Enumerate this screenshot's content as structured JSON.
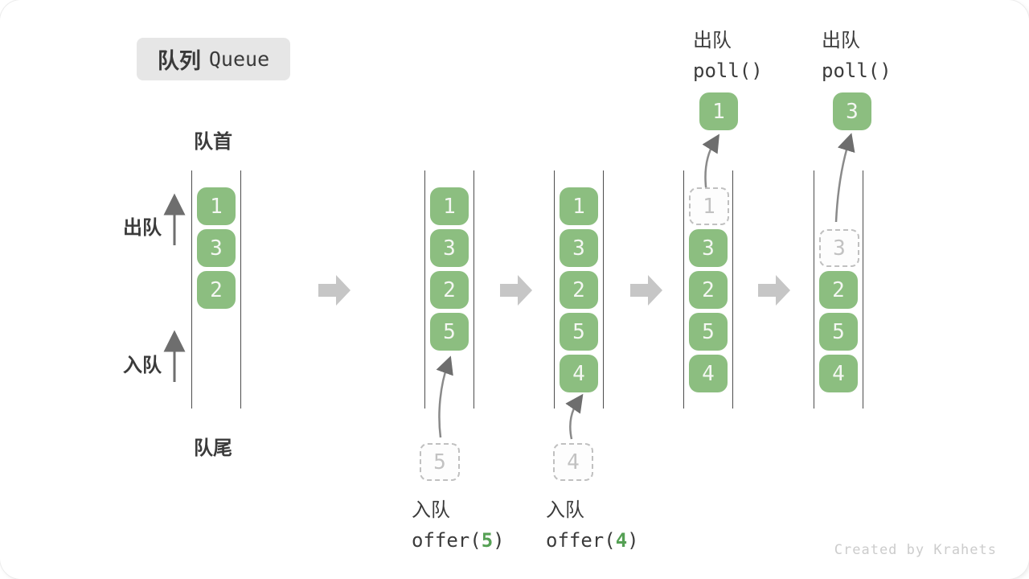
{
  "title": {
    "zh": "队列",
    "en": "Queue"
  },
  "labels": {
    "front": "队首",
    "rear": "队尾",
    "dequeue_side": "出队",
    "enqueue_side": "入队"
  },
  "operations": {
    "enqueue5": {
      "zh": "入队",
      "fn": "offer(",
      "arg": "5",
      "close": ")"
    },
    "enqueue4": {
      "zh": "入队",
      "fn": "offer(",
      "arg": "4",
      "close": ")"
    },
    "poll1": {
      "zh": "出队",
      "code": "poll()"
    },
    "poll2": {
      "zh": "出队",
      "code": "poll()"
    }
  },
  "states": [
    {
      "boxes": [
        "1",
        "3",
        "2"
      ]
    },
    {
      "boxes": [
        "1",
        "3",
        "2",
        "5"
      ],
      "pending": "5"
    },
    {
      "boxes": [
        "1",
        "3",
        "2",
        "5",
        "4"
      ],
      "pending": "4"
    },
    {
      "removed": "1",
      "boxes": [
        "3",
        "2",
        "5",
        "4"
      ],
      "popped": "1"
    },
    {
      "removed": "3",
      "boxes": [
        "2",
        "5",
        "4"
      ],
      "popped": "3"
    }
  ],
  "watermark": "Created by Krahets",
  "colors": {
    "box_green": "#8CBE80",
    "accent_green": "#55A054",
    "text_dark": "#3b3b3b",
    "block_arrow_gray": "#c6c6c6",
    "dashed_border_gray": "#c0c0c0",
    "channel_line": "#4d4d4d",
    "title_bg": "#e6e6e6",
    "watermark_gray": "#cccccc"
  }
}
